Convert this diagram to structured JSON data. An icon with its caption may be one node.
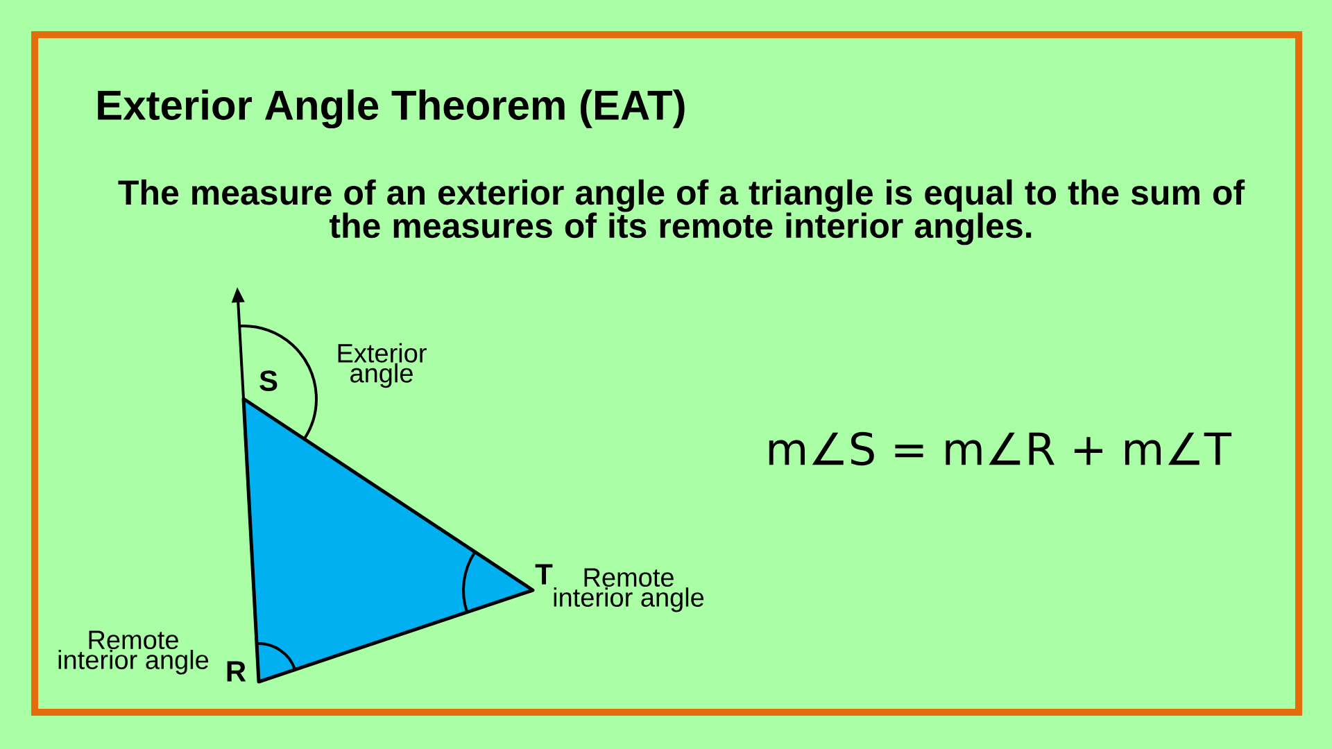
{
  "diagram": {
    "title": "Exterior Angle Theorem (EAT)",
    "labels": [
      "The measure of an exterior angle of a triangle is equal to the sum of the measures of its remote interior angles.",
      "Exterior angle",
      "S",
      "m∠S = m∠R + m∠T",
      "T",
      "Remote interior angle",
      "Remote interior angle",
      "R"
    ]
  }
}
